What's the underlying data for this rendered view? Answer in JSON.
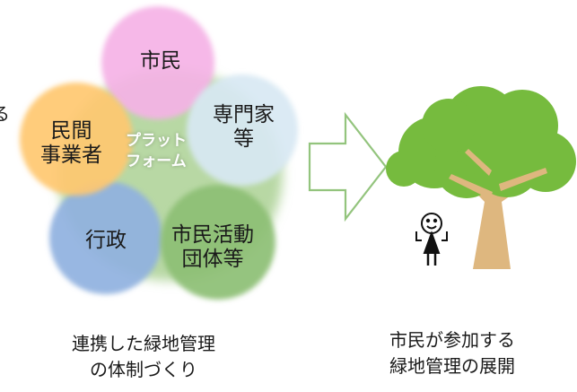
{
  "left_cluster": {
    "circles": [
      {
        "label": "市民",
        "color": "#f5b2e6"
      },
      {
        "label": "専門家\n等",
        "color": "#d8e8f3"
      },
      {
        "label": "民間\n事業者",
        "color": "#ffc870"
      },
      {
        "label": "行政",
        "color": "#8fb1e0"
      },
      {
        "label": "市民活動\n団体等",
        "color": "#8cbf74"
      }
    ],
    "platform_label": "プラット\nフォーム",
    "platform_color": "#b8d8a4",
    "cut_off_char": "る",
    "caption": "連携した緑地管理\nの体制づくり"
  },
  "arrow": {
    "stroke": "#93c47d"
  },
  "right_cluster": {
    "caption": "市民が参加する\n緑地管理の展開",
    "tree": {
      "canopy": "#76bb3e",
      "trunk": "#deb77f"
    },
    "person_icon": "stick-figure-icon"
  }
}
